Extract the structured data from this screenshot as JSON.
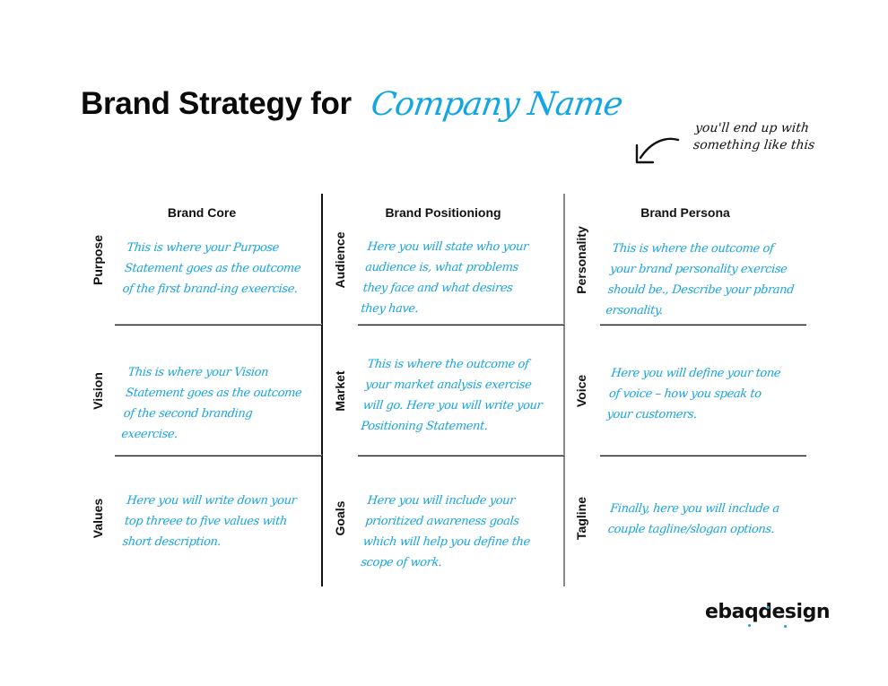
{
  "header": {
    "title": "Brand Strategy for",
    "company_name": "Company Name",
    "hint_text": "you'll end up with something like this",
    "hint_arrow_icon": "curved-arrow-down-left-icon"
  },
  "colors": {
    "accent": "#12a6e4",
    "text": "#111111",
    "grid_dark": "#111111",
    "grid_grey": "#888888"
  },
  "columns": [
    {
      "heading": "Brand Core",
      "rows": [
        {
          "label": "Purpose",
          "text": "This is where your Purpose Statement goes as the outcome of the first brand-ing exeercise."
        },
        {
          "label": "Vision",
          "text": "This is where your Vision Statement goes as the outcome of the second branding exeercise."
        },
        {
          "label": "Values",
          "text": "Here you will write down your top threee to five values with short description."
        }
      ]
    },
    {
      "heading": "Brand Positioniong",
      "rows": [
        {
          "label": "Audience",
          "text": "Here you will state who your audience is, what problems they face and what desires they have."
        },
        {
          "label": "Market",
          "text": "This is where the outcome of your market analysis exercise will go. Here you will write your Positioning Statement."
        },
        {
          "label": "Goals",
          "text": "Here you will include your prioritized awareness goals which will help you define the scope of work."
        }
      ]
    },
    {
      "heading": "Brand Persona",
      "rows": [
        {
          "label": "Personality",
          "text": "This is where the outcome of your brand personality exercise should be., Describe your pbrand ersonality."
        },
        {
          "label": "Voice",
          "text": "Here you will define your tone of voice – how you speak to your customers."
        },
        {
          "label": "Tagline",
          "text": "Finally, here you will include a couple tagline/slogan options."
        }
      ]
    }
  ],
  "footer": {
    "logo": "ebaqdesign"
  }
}
